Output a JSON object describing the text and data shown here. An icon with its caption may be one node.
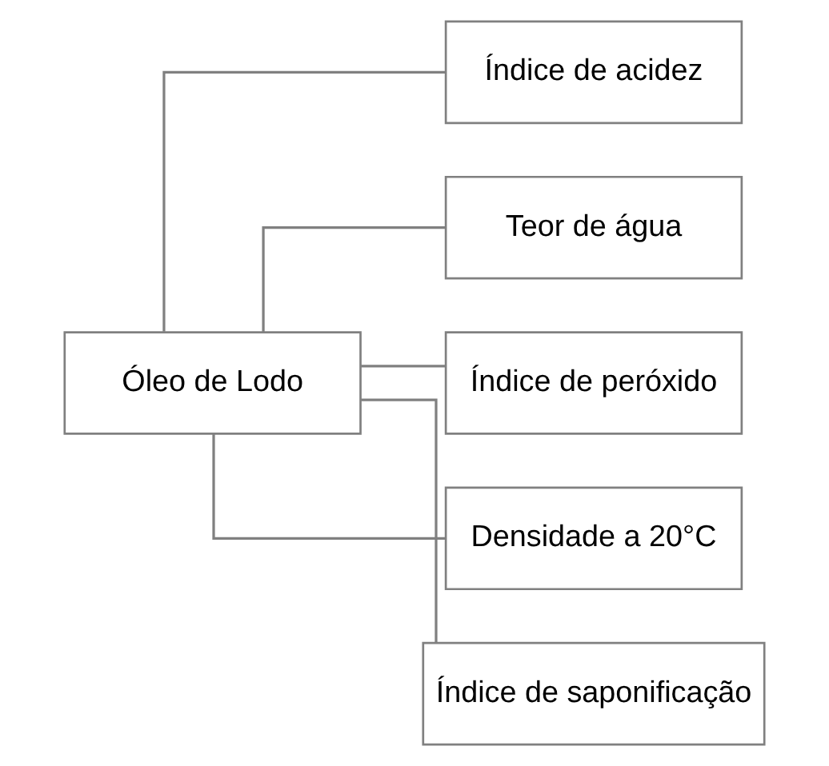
{
  "diagram": {
    "nodes": [
      {
        "text": [
          "Óleo de Lodo"
        ]
      },
      {
        "text": [
          "Índice de acidez"
        ]
      },
      {
        "text": [
          "Teor de água"
        ]
      },
      {
        "text": [
          "Índice de peróxido"
        ]
      },
      {
        "text": [
          "Densidade a 20°C"
        ]
      },
      {
        "text": [
          "Índice de saponificação"
        ]
      }
    ],
    "edges": [
      {
        "from": 0,
        "to": 1,
        "arrow": "none"
      },
      {
        "from": 0,
        "to": 2,
        "arrow": "none"
      },
      {
        "from": 0,
        "to": 3,
        "arrow": "none"
      },
      {
        "from": 0,
        "to": 4,
        "arrow": "none"
      },
      {
        "from": 0,
        "to": 5,
        "arrow": "none"
      }
    ]
  }
}
